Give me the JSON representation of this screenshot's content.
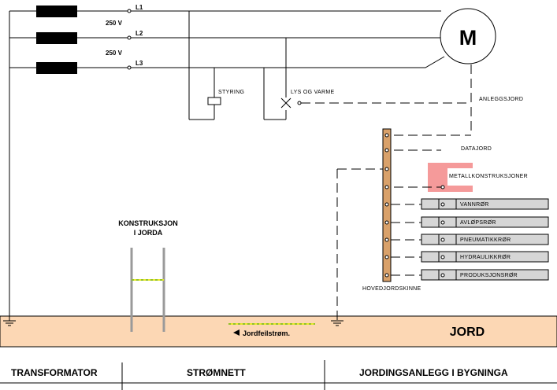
{
  "voltages": [
    "250 V",
    "250 V"
  ],
  "phases": [
    "L1",
    "L2",
    "L3"
  ],
  "motor_label": "M",
  "labels": {
    "styring": "STYRING",
    "lys_og_varme": "LYS OG VARME",
    "anleggsjord": "ANLEGGSJORD",
    "datajord": "DATAJORD",
    "metallkonstruksjoner": "METALLKONSTRUKSJONER",
    "hovedjordskinne": "HOVEDJORDSKINNE",
    "konstruksjon_line1": "KONSTRUKSJON",
    "konstruksjon_line2": "I JORDA",
    "jordfeilstrom": "Jordfeilstrøm.",
    "jord": "JORD"
  },
  "pipes": [
    "VANNRØR",
    "AVLØPSRØR",
    "PNEUMATIKKRØR",
    "HYDRAULIKKRØR",
    "PRODUKSJONSRØR"
  ],
  "footer": {
    "transformator": "TRANSFORMATOR",
    "stromnett": "STRØMNETT",
    "jordingsanlegg": "JORDINGSANLEGG I BYGNINGA"
  },
  "colors": {
    "ground_fill": "#fcd7b4",
    "busbar": "#d9a16a",
    "metal_structure": "#f59a9a",
    "pipe_fill": "#d6d6d6",
    "rod": "#9a9a9a",
    "ground_wire": "#e8e82a"
  }
}
